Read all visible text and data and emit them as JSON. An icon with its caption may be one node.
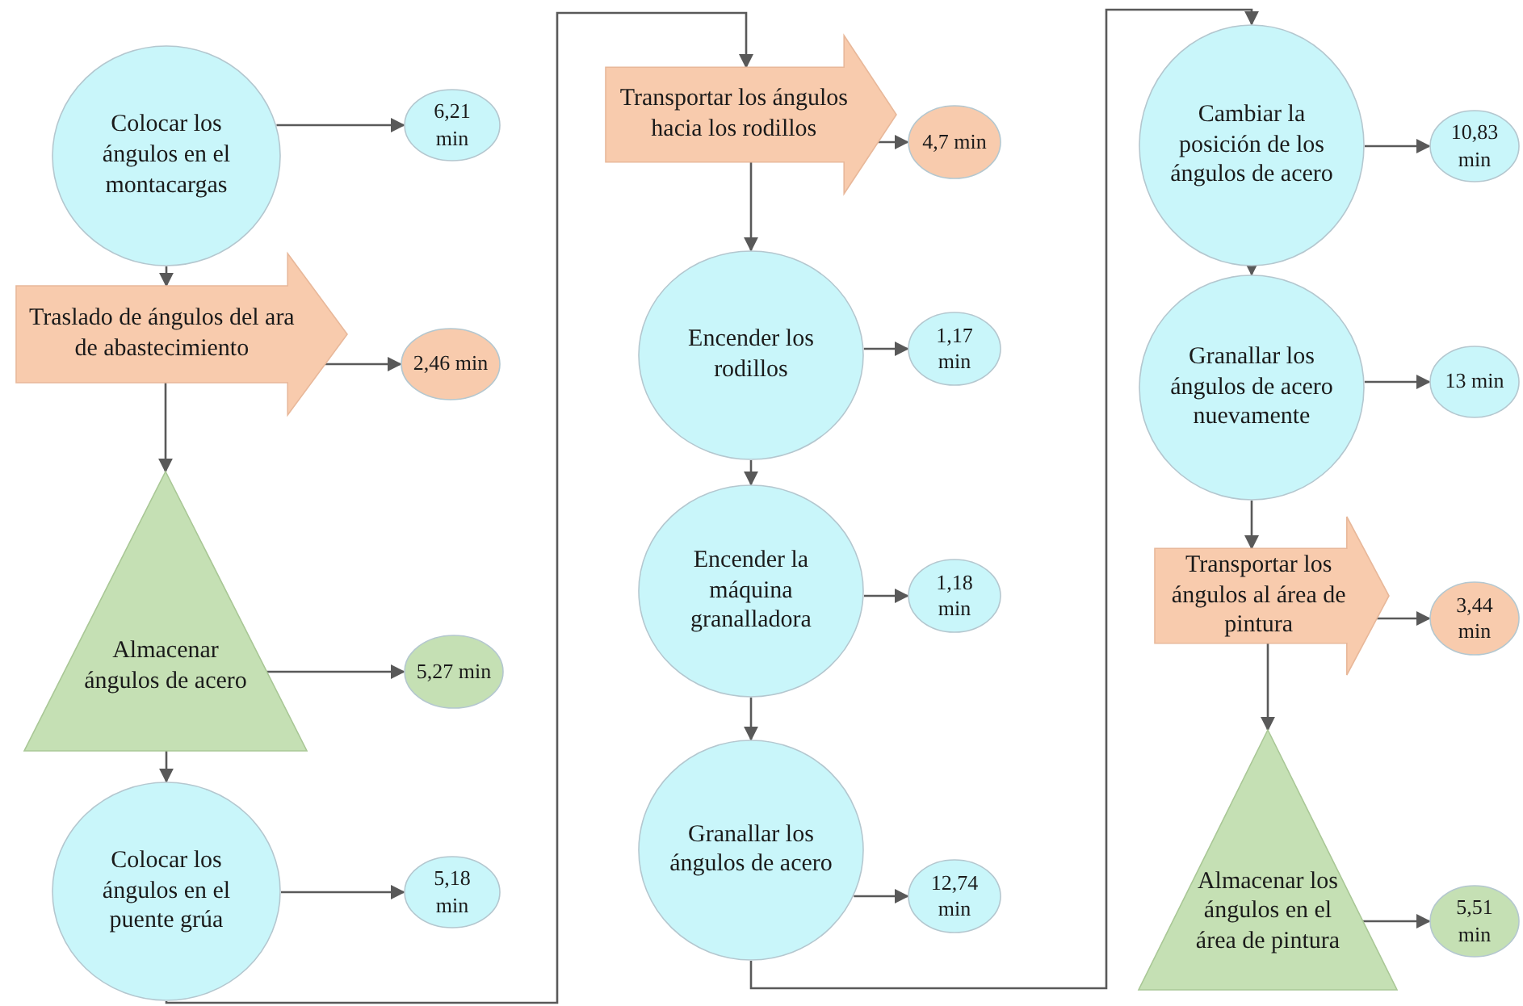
{
  "diagram": {
    "nodes": [
      {
        "text": [
          "Colocar los ángulos en el montacargas"
        ]
      },
      {
        "text": [
          "6,21 min"
        ]
      },
      {
        "text": [
          "Traslado de ángulos del ara de abastecimiento"
        ]
      },
      {
        "text": [
          "2,46 min"
        ]
      },
      {
        "text": [
          "Almacenar ángulos de acero"
        ]
      },
      {
        "text": [
          "5,27 min"
        ]
      },
      {
        "text": [
          "Colocar los ángulos en el puente grúa"
        ]
      },
      {
        "text": [
          "5,18 min"
        ]
      },
      {
        "text": [
          "Transportar los ángulos hacia los rodillos"
        ]
      },
      {
        "text": [
          "4,7 min"
        ]
      },
      {
        "text": [
          "Encender los rodillos"
        ]
      },
      {
        "text": [
          "1,17 min"
        ]
      },
      {
        "text": [
          "Encender la máquina granalladora"
        ]
      },
      {
        "text": [
          "1,18 min"
        ]
      },
      {
        "text": [
          "Granallar los ángulos de acero"
        ]
      },
      {
        "text": [
          "12,74 min"
        ]
      },
      {
        "text": [
          "Cambiar la posición de los ángulos de acero"
        ]
      },
      {
        "text": [
          "10,83 min"
        ]
      },
      {
        "text": [
          "Granallar los ángulos de acero nuevamente"
        ]
      },
      {
        "text": [
          "13 min"
        ]
      },
      {
        "text": [
          "Transportar los ángulos al área de pintura"
        ]
      },
      {
        "text": [
          "3,44 min"
        ]
      },
      {
        "text": [
          "Almacenar los ángulos en el área de pintura"
        ]
      },
      {
        "text": [
          "5,51 min"
        ]
      }
    ],
    "edges": [
      {
        "from": 0,
        "to": 1,
        "arrow": "to"
      },
      {
        "from": 0,
        "to": 2,
        "arrow": "to"
      },
      {
        "from": 2,
        "to": 3,
        "arrow": "to"
      },
      {
        "from": 2,
        "to": 4,
        "arrow": "to"
      },
      {
        "from": 4,
        "to": 5,
        "arrow": "to"
      },
      {
        "from": 4,
        "to": 6,
        "arrow": "to"
      },
      {
        "from": 6,
        "to": 7,
        "arrow": "to"
      },
      {
        "from": 6,
        "to": 8,
        "arrow": "to"
      },
      {
        "from": 8,
        "to": 9,
        "arrow": "to"
      },
      {
        "from": 8,
        "to": 10,
        "arrow": "to"
      },
      {
        "from": 10,
        "to": 11,
        "arrow": "to"
      },
      {
        "from": 10,
        "to": 12,
        "arrow": "to"
      },
      {
        "from": 12,
        "to": 13,
        "arrow": "to"
      },
      {
        "from": 12,
        "to": 14,
        "arrow": "to"
      },
      {
        "from": 14,
        "to": 15,
        "arrow": "to"
      },
      {
        "from": 14,
        "to": 16,
        "arrow": "to"
      },
      {
        "from": 16,
        "to": 17,
        "arrow": "to"
      },
      {
        "from": 16,
        "to": 18,
        "arrow": "to"
      },
      {
        "from": 18,
        "to": 19,
        "arrow": "to"
      },
      {
        "from": 18,
        "to": 20,
        "arrow": "to"
      },
      {
        "from": 20,
        "to": 21,
        "arrow": "to"
      },
      {
        "from": 20,
        "to": 22,
        "arrow": "to"
      },
      {
        "from": 22,
        "to": 23,
        "arrow": "to"
      }
    ]
  }
}
